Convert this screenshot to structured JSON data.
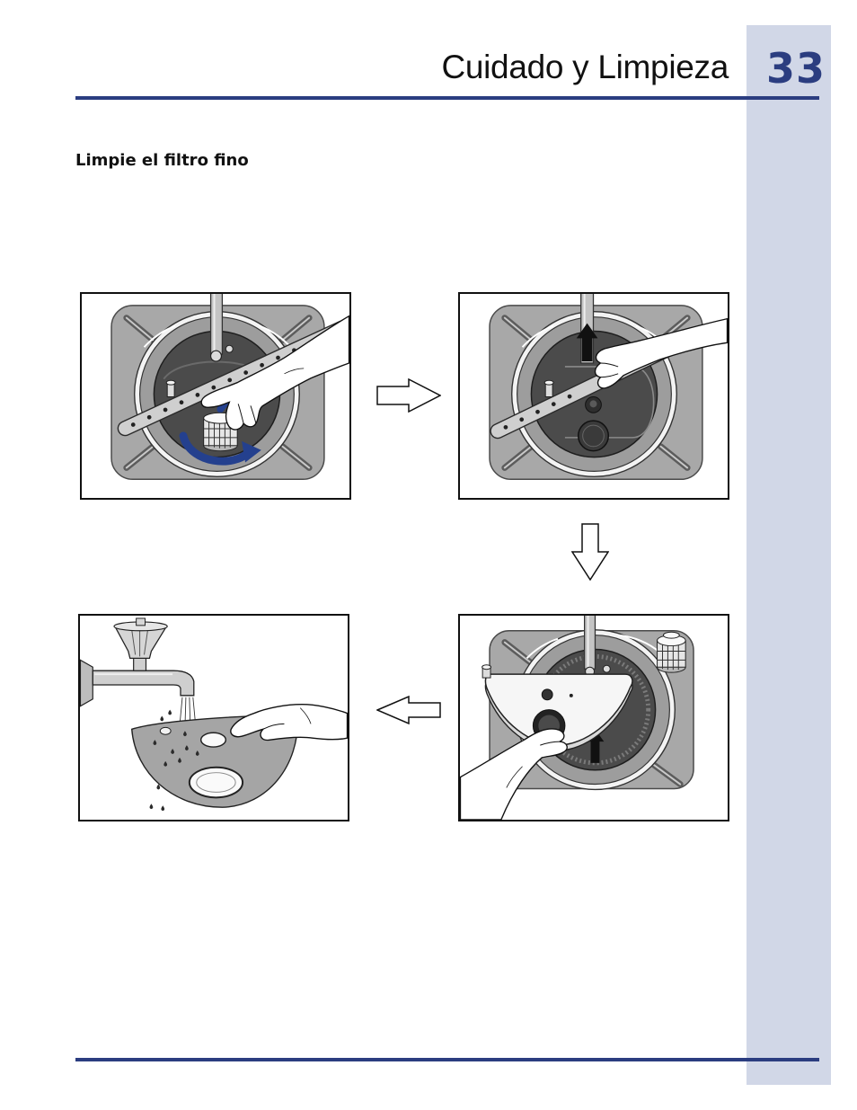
{
  "header": {
    "title": "Cuidado y Limpieza",
    "page_number": "33"
  },
  "section": {
    "heading": "Limpie el filtro fino"
  },
  "colors": {
    "accent": "#2b3d80",
    "side_band": "#d1d7e7",
    "rotation_arrow": "#24408e"
  }
}
